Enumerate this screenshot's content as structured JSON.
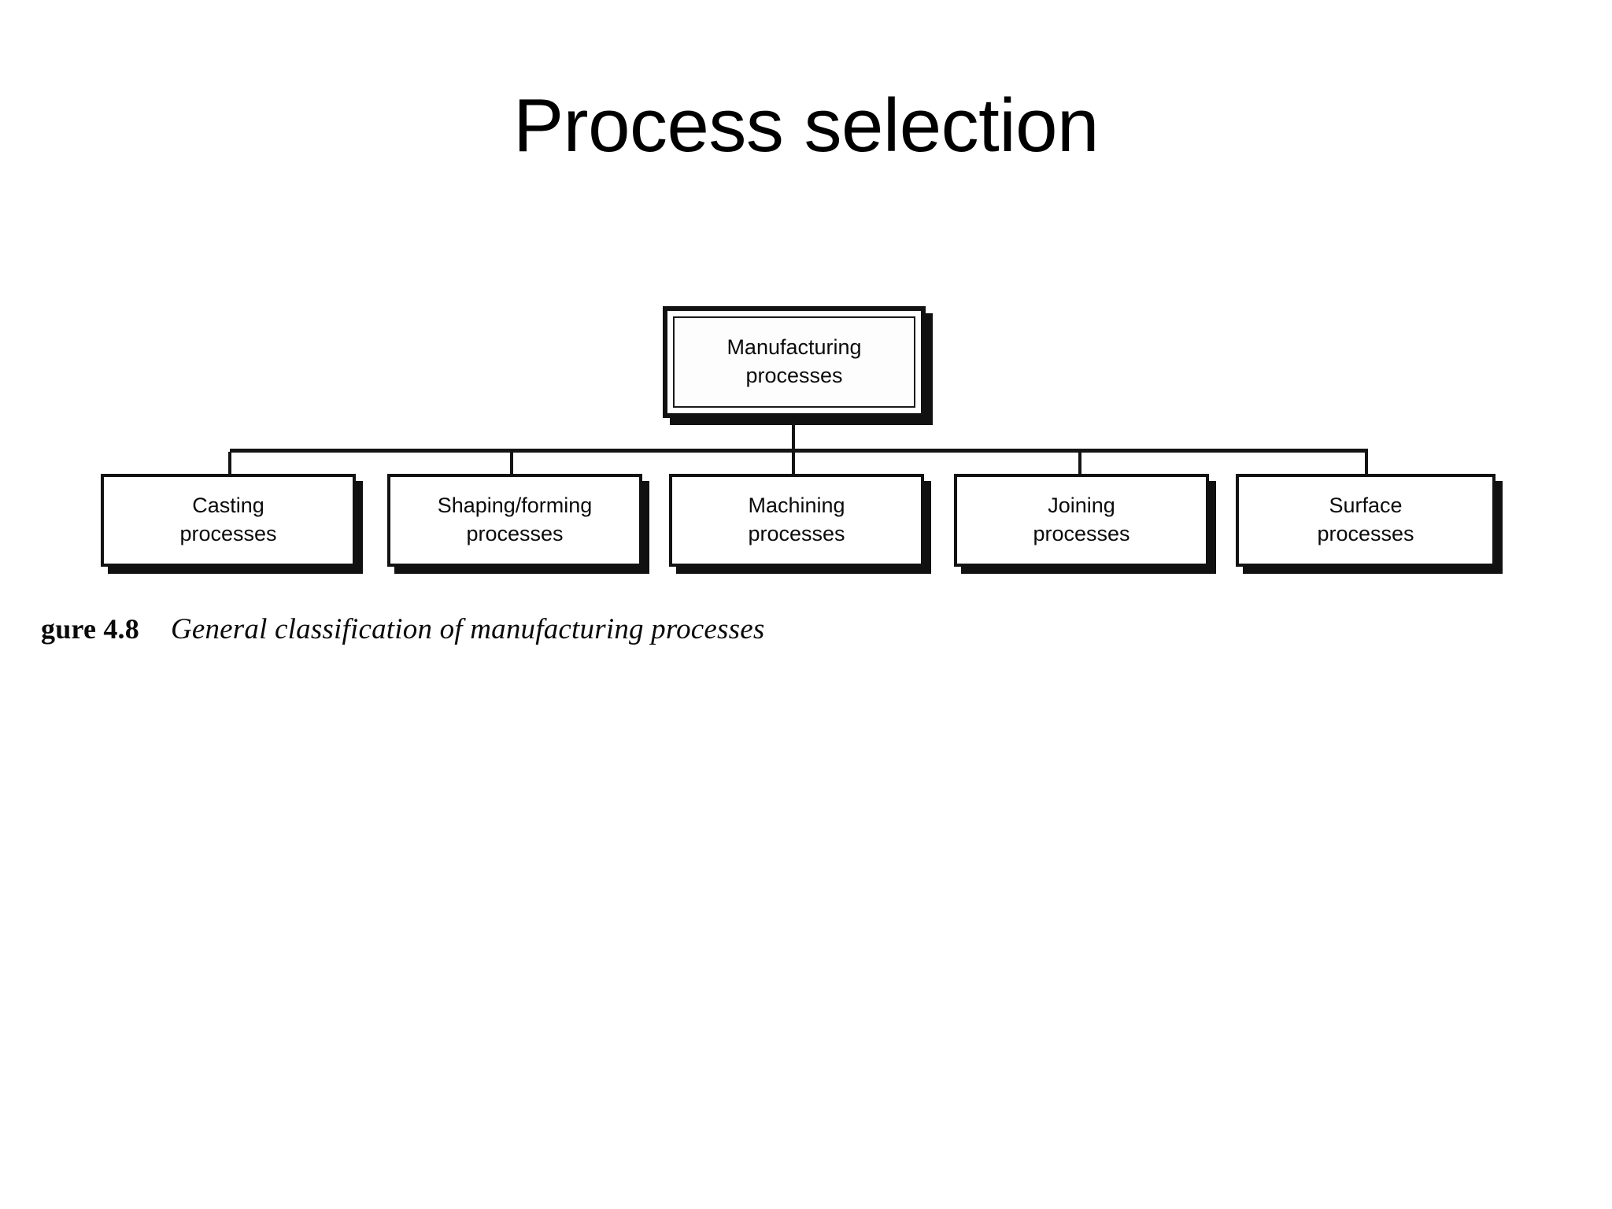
{
  "slide": {
    "title": "Process selection",
    "background_color": "#ffffff",
    "ink_color": "#111111"
  },
  "figure": {
    "caption_number": "gure 4.8",
    "caption_text": "General classification of manufacturing processes",
    "root": {
      "label": "Manufacturing\nprocesses"
    },
    "children": [
      {
        "label": "Casting\nprocesses"
      },
      {
        "label": "Shaping/forming\nprocesses"
      },
      {
        "label": "Machining\nprocesses"
      },
      {
        "label": "Joining\nprocesses"
      },
      {
        "label": "Surface\nprocesses"
      }
    ]
  },
  "chart_data": {
    "type": "diagram",
    "diagram_kind": "tree-hierarchy",
    "title": "General classification of manufacturing processes",
    "root": "Manufacturing processes",
    "levels": 2,
    "nodes": [
      "Manufacturing processes",
      "Casting processes",
      "Shaping/forming processes",
      "Machining processes",
      "Joining processes",
      "Surface processes"
    ],
    "edges": [
      [
        "Manufacturing processes",
        "Casting processes"
      ],
      [
        "Manufacturing processes",
        "Shaping/forming processes"
      ],
      [
        "Manufacturing processes",
        "Machining processes"
      ],
      [
        "Manufacturing processes",
        "Joining processes"
      ],
      [
        "Manufacturing processes",
        "Surface processes"
      ]
    ]
  }
}
